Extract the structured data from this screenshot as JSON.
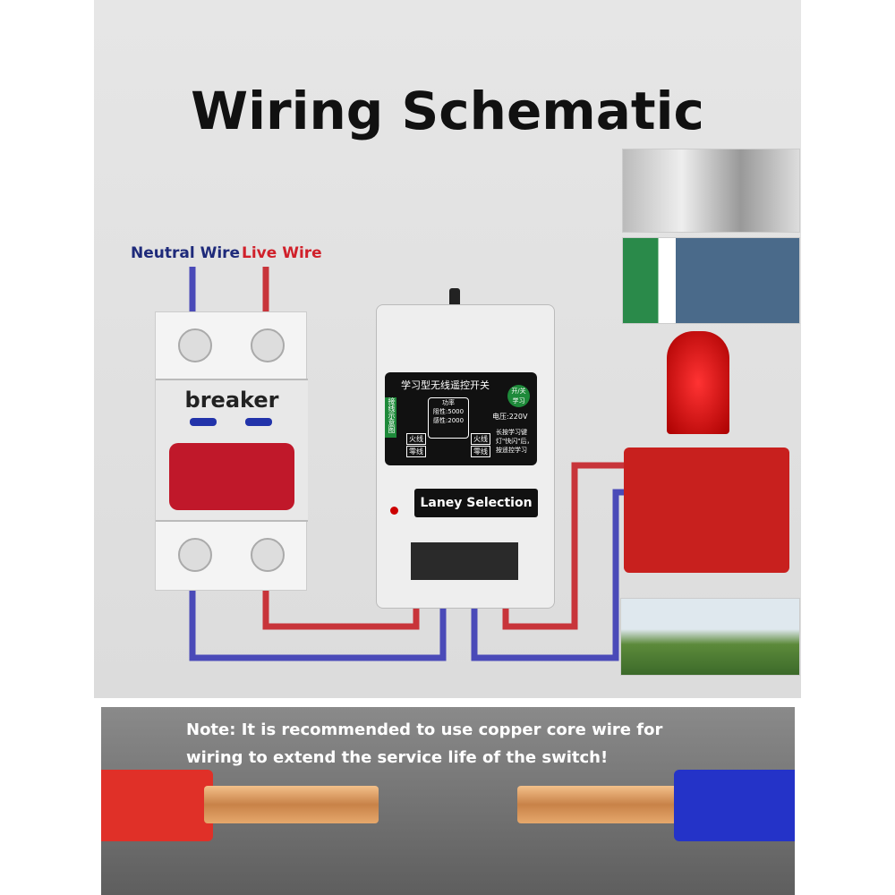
{
  "title": "Wiring Schematic",
  "labels": {
    "neutral": "Neutral Wire",
    "live": "Live Wire",
    "breaker": "breaker"
  },
  "device": {
    "name": "学习型无线遥控开关",
    "power_title": "功率",
    "resistive": "阻性:5000",
    "inductive": "感性:2000",
    "voltage": "电压:220V",
    "toggle": "开/关",
    "learn": "学习",
    "wiring_diagram": "接线示意图",
    "live_line": "火线",
    "neutral_line": "零线",
    "instruction": "长按学习键 灯\"快闪\"后，按遥控学习",
    "brand": "Laney Selection"
  },
  "note": "Note: It is recommended to use copper core wire for wiring to extend the service life of the switch!",
  "colors": {
    "neutral": "#3b3bb0",
    "live": "#c8242a",
    "copper": "#d9a070"
  }
}
